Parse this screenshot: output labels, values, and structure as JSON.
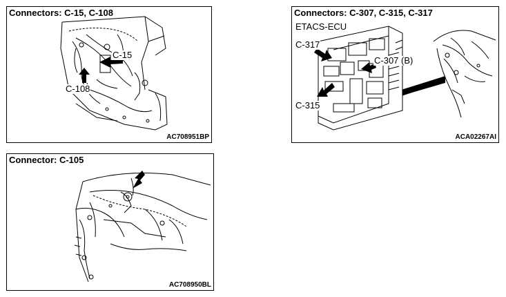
{
  "panels": [
    {
      "title": "Connectors: C-15, C-108",
      "code": "AC708951BP",
      "callouts": [
        "C-15",
        "C-108"
      ]
    },
    {
      "title": "Connectors: C-307, C-315, C-317",
      "code": "ACA02267AI",
      "callouts": [
        "ETACS-ECU",
        "C-317",
        "C-307 (B)",
        "C-315"
      ]
    },
    {
      "title": "Connector: C-105",
      "code": "AC708950BL",
      "callouts": []
    }
  ]
}
